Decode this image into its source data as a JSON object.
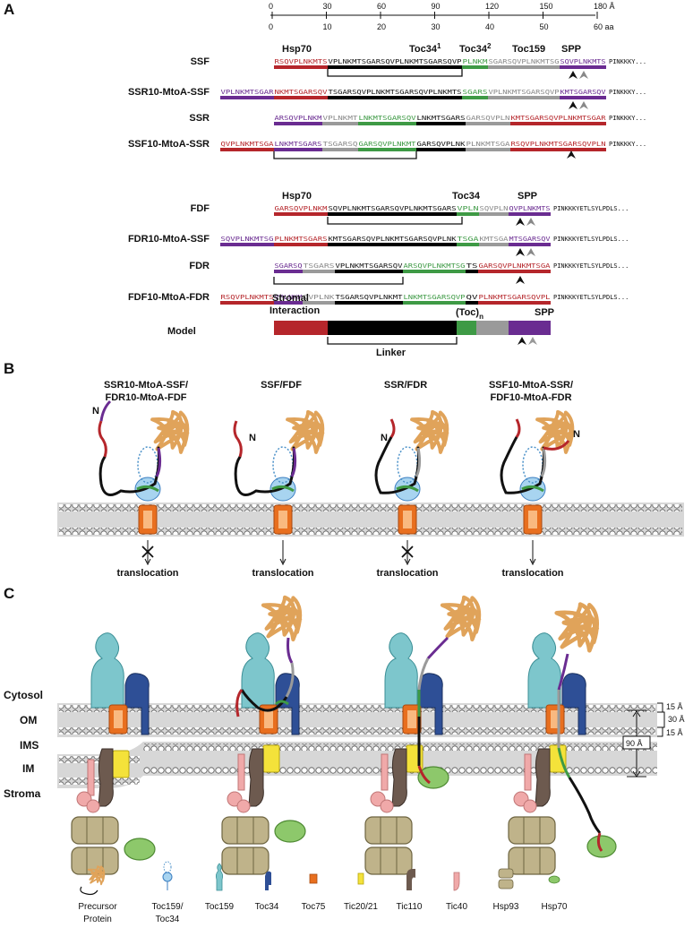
{
  "panels": {
    "a": "A",
    "b": "B",
    "c": "C"
  },
  "scale": {
    "angstrom_ticks": [
      "0",
      "30",
      "60",
      "90",
      "120",
      "150",
      "180 Å"
    ],
    "aa_ticks": [
      "0",
      "10",
      "20",
      "30",
      "40",
      "50",
      "60 aa"
    ]
  },
  "headers": {
    "hsp70_top": "Hsp70",
    "toc34_1": "Toc34",
    "toc34_1_sup": "1",
    "toc34_2": "Toc34",
    "toc34_2_sup": "2",
    "toc159": "Toc159",
    "spp_top": "SPP",
    "hsp70_fdf": "Hsp70",
    "toc34_fdf": "Toc34",
    "spp_fdf": "SPP"
  },
  "constructs": [
    {
      "name": "SSF",
      "tail": "PINKKKY..."
    },
    {
      "name": "SSR10-MtoA-SSF",
      "tail": "PINKKKY..."
    },
    {
      "name": "SSR",
      "tail": "PINKKKY..."
    },
    {
      "name": "SSF10-MtoA-SSR",
      "tail": "PINKKKY..."
    },
    {
      "name": "FDF",
      "tail": "PINKKKYETLSYLPDLS..."
    },
    {
      "name": "FDR10-MtoA-SSF",
      "tail": "PINKKKYETLSYLPDLS..."
    },
    {
      "name": "FDR",
      "tail": "PINKKKYETLSYLPDLS..."
    },
    {
      "name": "FDF10-MtoA-FDR",
      "tail": "PINKKKYETLSYLPDLS..."
    }
  ],
  "model": {
    "label": "Model",
    "stromal": "Stromal",
    "interaction": "Interaction",
    "toc": "(Toc)",
    "toc_sub": "n",
    "spp": "SPP",
    "linker": "Linker"
  },
  "panel_b": {
    "titles": [
      [
        "SSR10-MtoA-SSF/",
        "FDR10-MtoA-FDF"
      ],
      [
        "SSF/FDF",
        ""
      ],
      [
        "SSR/FDR",
        ""
      ],
      [
        "SSF10-MtoA-SSR/",
        "FDF10-MtoA-FDR"
      ]
    ],
    "n_label": "N",
    "translocation": "translocation"
  },
  "panel_c": {
    "cytosol": "Cytosol",
    "om": "OM",
    "ims": "IMS",
    "im": "IM",
    "stroma": "Stroma",
    "dims": [
      "15 Å",
      "30 Å",
      "15 Å",
      "90 Å"
    ]
  },
  "legend": [
    {
      "name": "Precursor",
      "name2": "Protein"
    },
    {
      "name": "Toc159/",
      "name2": "Toc34"
    },
    {
      "name": "Toc159",
      "name2": ""
    },
    {
      "name": "Toc34",
      "name2": ""
    },
    {
      "name": "Toc75",
      "name2": ""
    },
    {
      "name": "Tic20/21",
      "name2": ""
    },
    {
      "name": "Tic110",
      "name2": ""
    },
    {
      "name": "Tic40",
      "name2": ""
    },
    {
      "name": "Hsp93",
      "name2": ""
    },
    {
      "name": "Hsp70",
      "name2": ""
    }
  ],
  "colors": {
    "red": "#b5262b",
    "black": "#000000",
    "green": "#3e9a45",
    "gray": "#9a9a9a",
    "purple": "#6a2c91",
    "orange": "#e0a35a",
    "tocblue": "#7dc6cc",
    "toc34blue": "#2e4f96",
    "toc75": "#e86f1f",
    "tic20": "#f4e23a",
    "tic110": "#6d5a4f",
    "tic40": "#f0a9a9",
    "hsp93": "#bfb38a",
    "hsp70": "#8dc86b"
  }
}
